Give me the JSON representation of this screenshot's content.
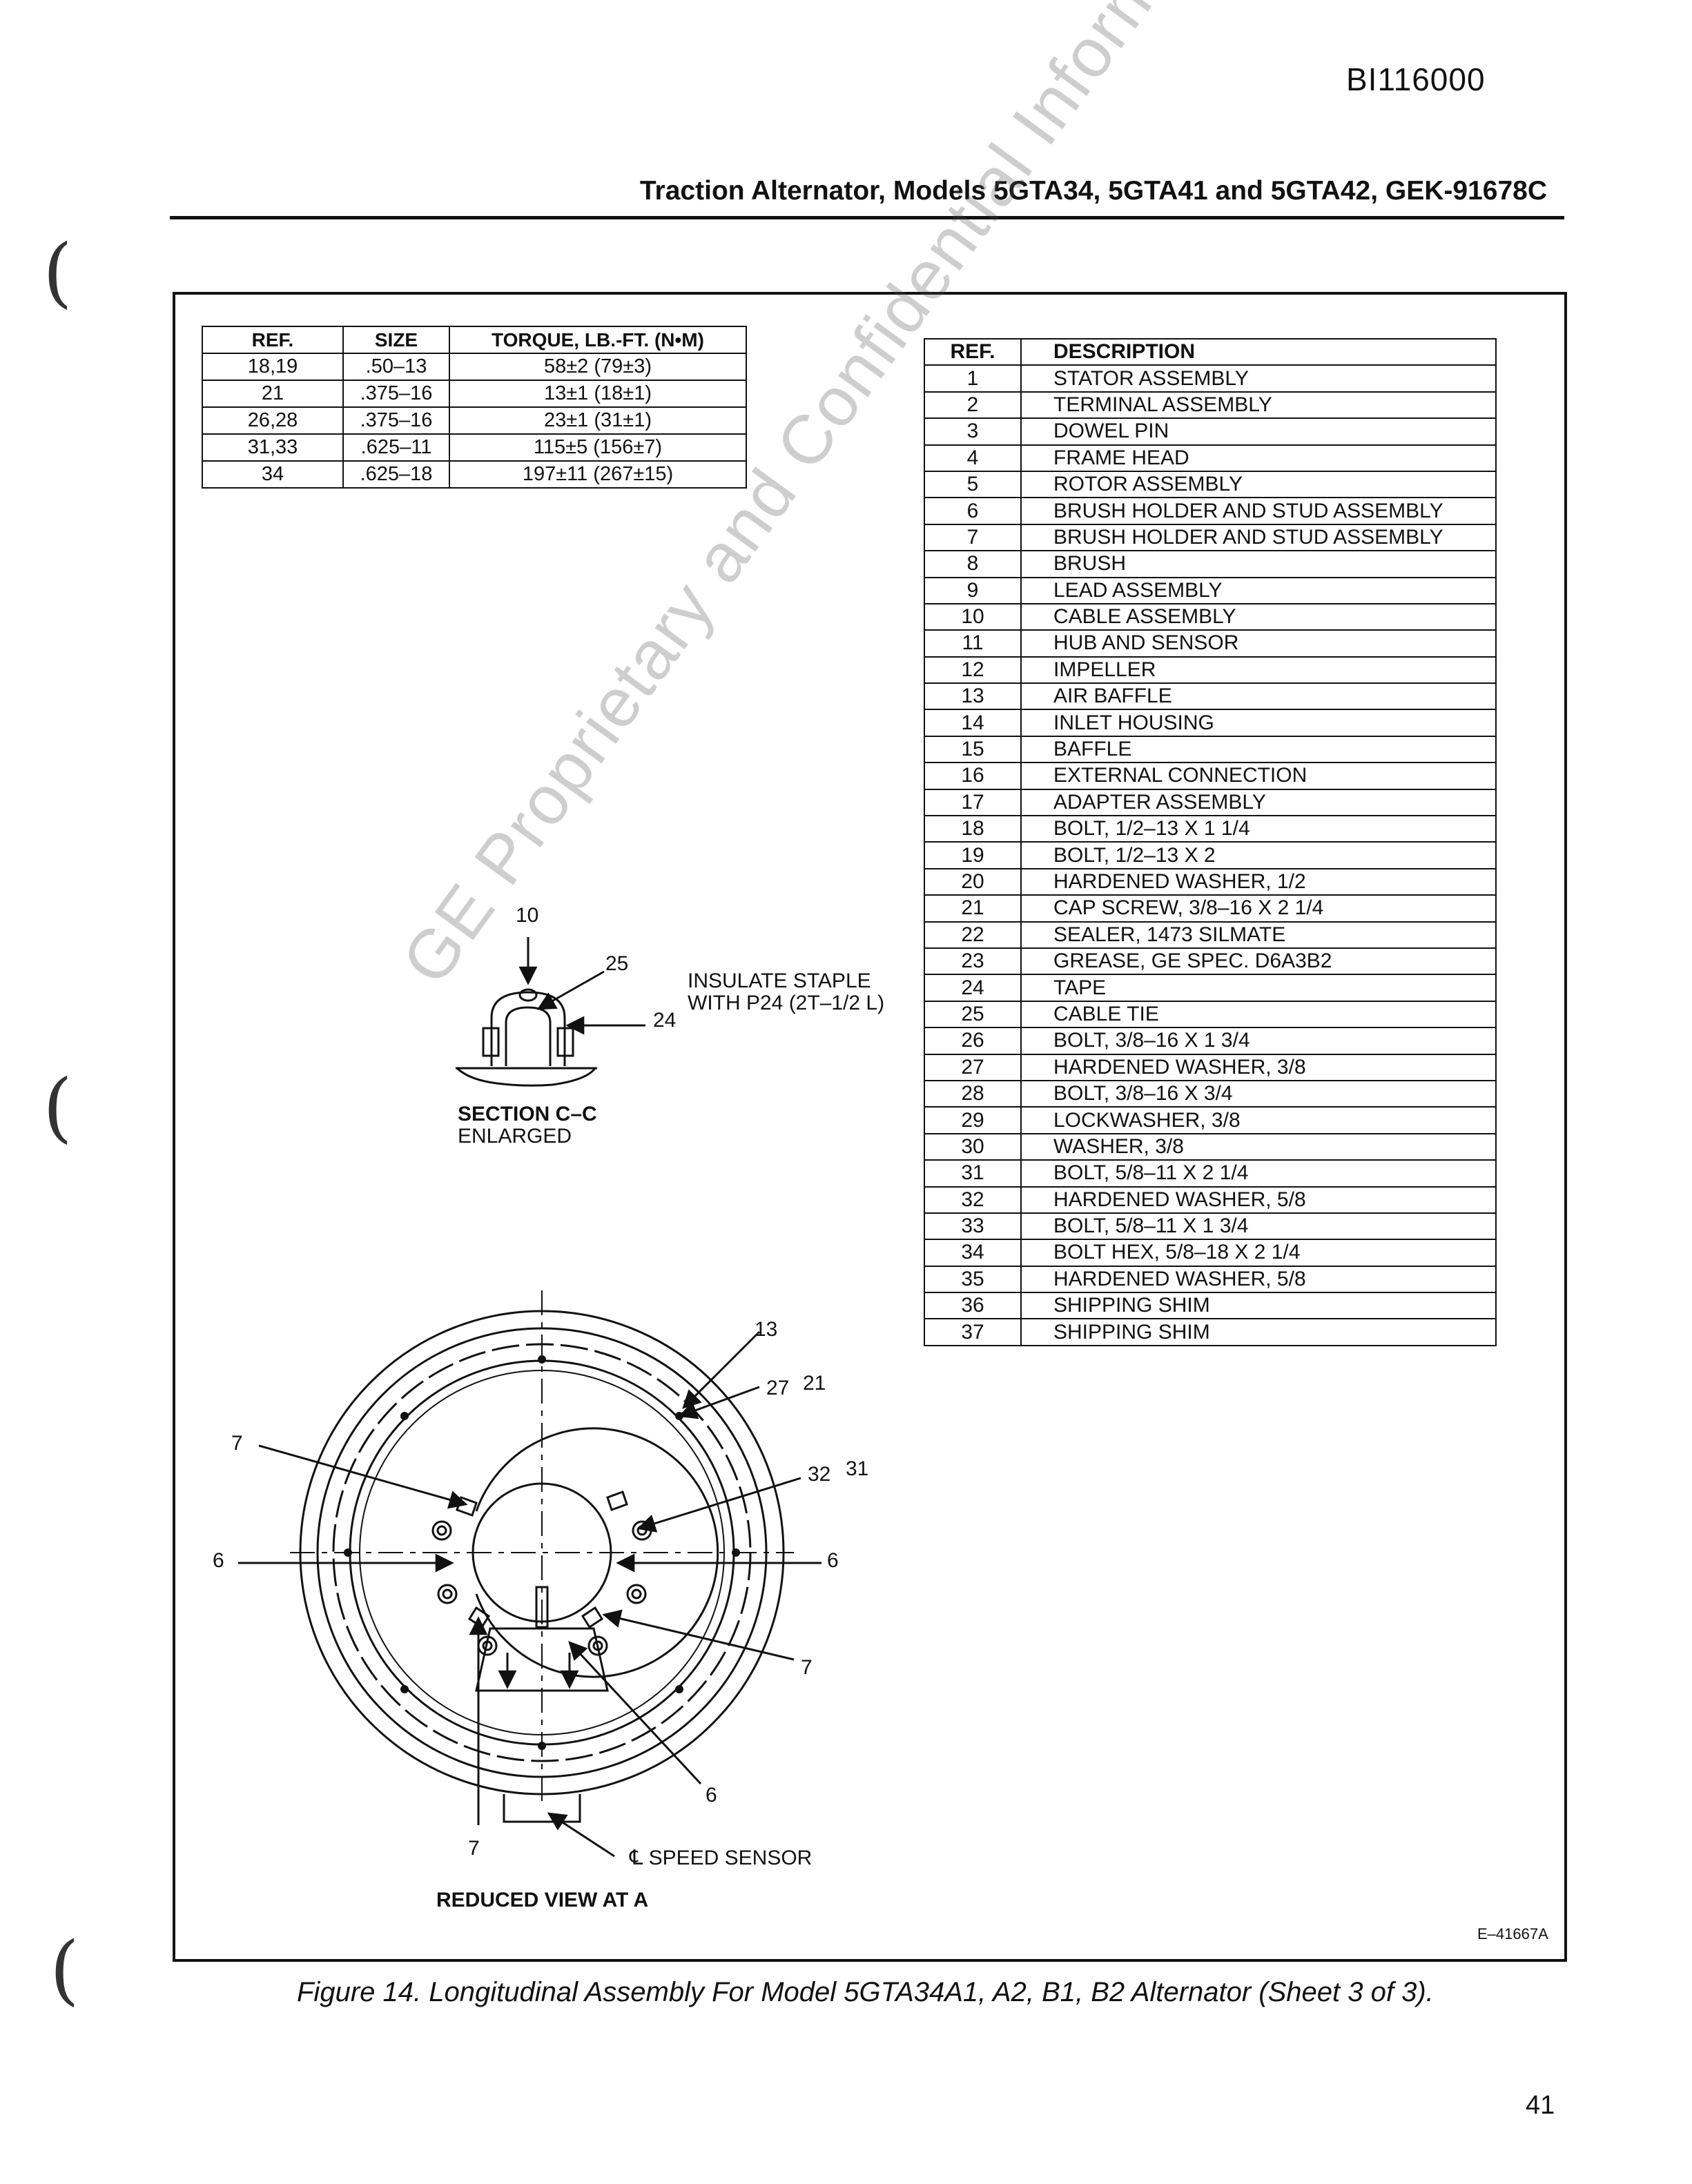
{
  "header": {
    "doc_id": "BI116000",
    "title": "Traction Alternator, Models 5GTA34, 5GTA41 and 5GTA42, GEK-91678C"
  },
  "binder_marks": [
    "(",
    "(",
    "("
  ],
  "torque_table": {
    "headers": [
      "REF.",
      "SIZE",
      "TORQUE, LB.-FT. (N•M)"
    ],
    "rows": [
      [
        "18,19",
        ".50–13",
        "58±2 (79±3)"
      ],
      [
        "21",
        ".375–16",
        "13±1 (18±1)"
      ],
      [
        "26,28",
        ".375–16",
        "23±1 (31±1)"
      ],
      [
        "31,33",
        ".625–11",
        "115±5 (156±7)"
      ],
      [
        "34",
        ".625–18",
        "197±11 (267±15)"
      ]
    ]
  },
  "parts_table": {
    "headers": [
      "REF.",
      "DESCRIPTION"
    ],
    "rows": [
      [
        "1",
        "STATOR ASSEMBLY"
      ],
      [
        "2",
        "TERMINAL ASSEMBLY"
      ],
      [
        "3",
        "DOWEL PIN"
      ],
      [
        "4",
        "FRAME HEAD"
      ],
      [
        "5",
        "ROTOR ASSEMBLY"
      ],
      [
        "6",
        "BRUSH HOLDER AND STUD ASSEMBLY"
      ],
      [
        "7",
        "BRUSH HOLDER AND STUD ASSEMBLY"
      ],
      [
        "8",
        "BRUSH"
      ],
      [
        "9",
        "LEAD ASSEMBLY"
      ],
      [
        "10",
        "CABLE ASSEMBLY"
      ],
      [
        "11",
        "HUB AND SENSOR"
      ],
      [
        "12",
        "IMPELLER"
      ],
      [
        "13",
        "AIR BAFFLE"
      ],
      [
        "14",
        "INLET HOUSING"
      ],
      [
        "15",
        "BAFFLE"
      ],
      [
        "16",
        "EXTERNAL CONNECTION"
      ],
      [
        "17",
        "ADAPTER ASSEMBLY"
      ],
      [
        "18",
        "BOLT, 1/2–13 X 1 1/4"
      ],
      [
        "19",
        "BOLT, 1/2–13 X 2"
      ],
      [
        "20",
        "HARDENED WASHER, 1/2"
      ],
      [
        "21",
        "CAP SCREW, 3/8–16 X 2 1/4"
      ],
      [
        "22",
        "SEALER, 1473 SILMATE"
      ],
      [
        "23",
        "GREASE, GE SPEC. D6A3B2"
      ],
      [
        "24",
        "TAPE"
      ],
      [
        "25",
        "CABLE TIE"
      ],
      [
        "26",
        "BOLT, 3/8–16 X 1 3/4"
      ],
      [
        "27",
        "HARDENED WASHER, 3/8"
      ],
      [
        "28",
        "BOLT, 3/8–16 X 3/4"
      ],
      [
        "29",
        "LOCKWASHER, 3/8"
      ],
      [
        "30",
        "WASHER, 3/8"
      ],
      [
        "31",
        "BOLT, 5/8–11 X 2 1/4"
      ],
      [
        "32",
        "HARDENED WASHER, 5/8"
      ],
      [
        "33",
        "BOLT, 5/8–11 X 1 3/4"
      ],
      [
        "34",
        "BOLT HEX, 5/8–18 X 2 1/4"
      ],
      [
        "35",
        "HARDENED WASHER, 5/8"
      ],
      [
        "36",
        "SHIPPING SHIM"
      ],
      [
        "37",
        "SHIPPING SHIM"
      ]
    ]
  },
  "section_detail": {
    "callout_10": "10",
    "callout_25": "25",
    "callout_24": "24",
    "note_line1": "INSULATE STAPLE",
    "note_line2": "WITH P24 (2T–1/2 L)",
    "title": "SECTION C–C",
    "subtitle": "ENLARGED"
  },
  "reduced_view": {
    "c13": "13",
    "c27": "27",
    "c21": "21",
    "c32": "32",
    "c31": "31",
    "c7_left": "7",
    "c6_left": "6",
    "c6_right": "6",
    "c7_right": "7",
    "c6_bottom": "6",
    "c7_bottom": "7",
    "speed_sensor": "℄ SPEED SENSOR",
    "title": "REDUCED VIEW AT A"
  },
  "figure_code": "E–41667A",
  "figure_caption": "Figure 14.  Longitudinal Assembly For Model 5GTA34A1, A2, B1, B2 Alternator (Sheet 3 of 3).",
  "watermark": "GE Proprietary and Confidential Information",
  "page_number": "41"
}
